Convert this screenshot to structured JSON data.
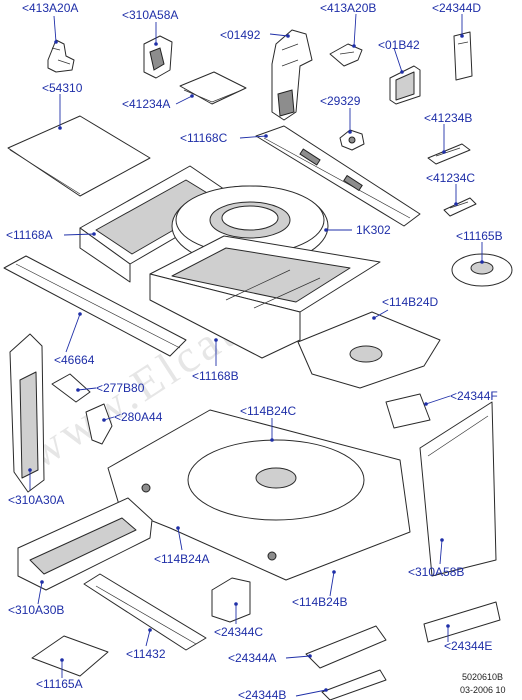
{
  "watermark": "www.Elcats.ru",
  "callouts": [
    {
      "id": "c1",
      "text": "<413A20A"
    },
    {
      "id": "c2",
      "text": "<310A58A"
    },
    {
      "id": "c3",
      "text": "<01492"
    },
    {
      "id": "c4",
      "text": "<413A20B"
    },
    {
      "id": "c5",
      "text": "<24344D"
    },
    {
      "id": "c6",
      "text": "<01B42"
    },
    {
      "id": "c7",
      "text": "<54310"
    },
    {
      "id": "c8",
      "text": "<41234A"
    },
    {
      "id": "c9",
      "text": "<29329"
    },
    {
      "id": "c10",
      "text": "<41234B"
    },
    {
      "id": "c11",
      "text": "<11168C"
    },
    {
      "id": "c12",
      "text": "<41234C"
    },
    {
      "id": "c13",
      "text": "<11168A"
    },
    {
      "id": "c14",
      "text": "1K302"
    },
    {
      "id": "c15",
      "text": "<11165B"
    },
    {
      "id": "c16",
      "text": "<114B24D"
    },
    {
      "id": "c17",
      "text": "<46664"
    },
    {
      "id": "c18",
      "text": "<11168B"
    },
    {
      "id": "c19",
      "text": "<277B80"
    },
    {
      "id": "c20",
      "text": "<280A44"
    },
    {
      "id": "c21",
      "text": "<114B24C"
    },
    {
      "id": "c22",
      "text": "<24344F"
    },
    {
      "id": "c23",
      "text": "<310A30A"
    },
    {
      "id": "c24",
      "text": "<114B24A"
    },
    {
      "id": "c25",
      "text": "<310A58B"
    },
    {
      "id": "c26",
      "text": "<114B24B"
    },
    {
      "id": "c27",
      "text": "<310A30B"
    },
    {
      "id": "c28",
      "text": "<24344C"
    },
    {
      "id": "c29",
      "text": "<11432"
    },
    {
      "id": "c30",
      "text": "<24344E"
    },
    {
      "id": "c31",
      "text": "<24344A"
    },
    {
      "id": "c32",
      "text": "<11165A"
    },
    {
      "id": "c33",
      "text": "<24344B"
    }
  ],
  "footer": {
    "code": "5020610B",
    "date": "03-2006 10"
  }
}
